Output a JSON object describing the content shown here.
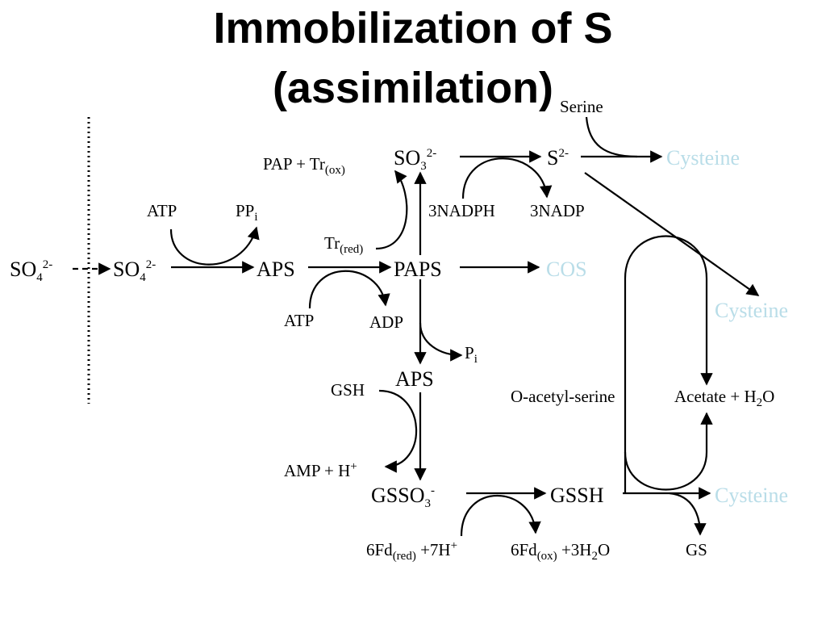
{
  "title": {
    "line1": "Immobilization of S",
    "line2": "(assimilation)"
  },
  "colors": {
    "product": "#b9dde8",
    "ink": "#000000"
  },
  "nodes": {
    "so4_out": {
      "base": "SO",
      "sub": "4",
      "sup": "2-"
    },
    "so4_in": {
      "base": "SO",
      "sub": "4",
      "sup": "2-"
    },
    "aps": "APS",
    "paps": "PAPS",
    "so3": {
      "base": "SO",
      "sub": "3",
      "sup": "2-"
    },
    "s2": {
      "base": "S",
      "sup": "2-"
    },
    "cysteine_top": "Cysteine",
    "cos": "COS",
    "cysteine_mid": "Cysteine",
    "aps_lower": "APS",
    "gsso3": {
      "base": "GSSO",
      "sub": "3",
      "sup": "-"
    },
    "gssh": "GSSH",
    "cysteine_bottom": "Cysteine"
  },
  "cofactors": {
    "serine": "Serine",
    "pap_tr": {
      "base": "PAP + Tr",
      "sub": "(ox)"
    },
    "nadph": "3NADPH",
    "nadp": "3NADP",
    "atp_top": "ATP",
    "ppi": {
      "base": "PP",
      "sub": "i"
    },
    "tr_red": {
      "base": "Tr",
      "sub": "(red)"
    },
    "atp_bottom": "ATP",
    "adp": "ADP",
    "pi": {
      "base": "P",
      "sub": "i"
    },
    "gsh": "GSH",
    "amp": {
      "base": "AMP + H",
      "sup": "+"
    },
    "o_acetyl_serine": "O-acetyl-serine",
    "acetate": {
      "base": "Acetate + H",
      "sub": "2",
      "tail": "O"
    },
    "fd_red": {
      "base": "6Fd",
      "sub": "(red)",
      "tail": " +7H",
      "sup": "+"
    },
    "fd_ox": {
      "base": "6Fd",
      "sub": "(ox)",
      "tail": " +3H",
      "sub2": "2",
      "tail2": "O"
    },
    "gs": "GS"
  }
}
